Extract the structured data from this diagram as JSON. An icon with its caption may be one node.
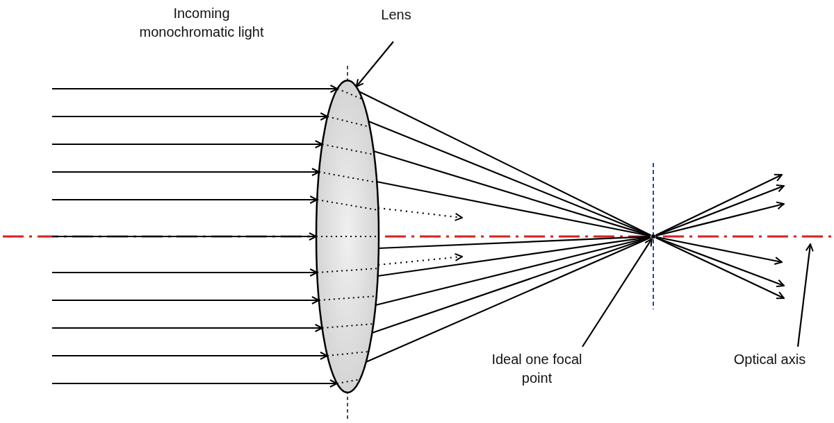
{
  "diagram": {
    "nodes": [
      {
        "text": [
          "Lens"
        ]
      },
      {
        "text": [],
        "shape": "ellipse"
      },
      {
        "text": [
          "Ideal one focal point"
        ]
      },
      {
        "text": [],
        "shape": "dot"
      },
      {
        "text": [
          "Optical axis"
        ]
      }
    ],
    "edges": [
      {
        "from": null,
        "to": 1,
        "arrow": "to"
      },
      {
        "from": null,
        "to": 1,
        "arrow": "to"
      },
      {
        "from": null,
        "to": 1,
        "arrow": "to"
      },
      {
        "from": null,
        "to": 1,
        "arrow": "to"
      },
      {
        "from": null,
        "to": 1,
        "arrow": "to"
      },
      {
        "from": null,
        "to": 1,
        "arrow": "to"
      },
      {
        "from": null,
        "to": 1,
        "arrow": "to"
      },
      {
        "from": null,
        "to": 1,
        "arrow": "to"
      },
      {
        "from": null,
        "to": 1,
        "arrow": "to"
      },
      {
        "from": null,
        "to": 1,
        "arrow": "to"
      },
      {
        "from": null,
        "to": 1,
        "arrow": "to"
      },
      {
        "from": 1,
        "to": 3,
        "arrow": "none"
      },
      {
        "from": 1,
        "to": 3,
        "arrow": "none"
      },
      {
        "from": 1,
        "to": 3,
        "arrow": "none"
      },
      {
        "from": 1,
        "to": 3,
        "arrow": "none"
      },
      {
        "from": 1,
        "to": 3,
        "arrow": "none"
      },
      {
        "from": 1,
        "to": 3,
        "arrow": "none"
      },
      {
        "from": 1,
        "to": 3,
        "arrow": "none"
      },
      {
        "from": 1,
        "to": 3,
        "arrow": "none"
      },
      {
        "from": 1,
        "to": 3,
        "arrow": "none"
      },
      {
        "from": 1,
        "to": null,
        "arrow": "to",
        "style": "dashed"
      },
      {
        "from": 1,
        "to": null,
        "arrow": "to",
        "style": "dashed"
      },
      {
        "from": 3,
        "to": null,
        "arrow": "to"
      },
      {
        "from": 3,
        "to": null,
        "arrow": "to"
      },
      {
        "from": 3,
        "to": null,
        "arrow": "to"
      },
      {
        "from": 3,
        "to": null,
        "arrow": "to"
      },
      {
        "from": 3,
        "to": null,
        "arrow": "to"
      },
      {
        "from": 3,
        "to": null,
        "arrow": "to"
      },
      {
        "from": 0,
        "to": 1,
        "arrow": "to"
      },
      {
        "from": 2,
        "to": 3,
        "arrow": "to"
      },
      {
        "from": 4,
        "to": null,
        "arrow": "to"
      }
    ],
    "labels": [
      "Incoming monochromatic light"
    ]
  }
}
